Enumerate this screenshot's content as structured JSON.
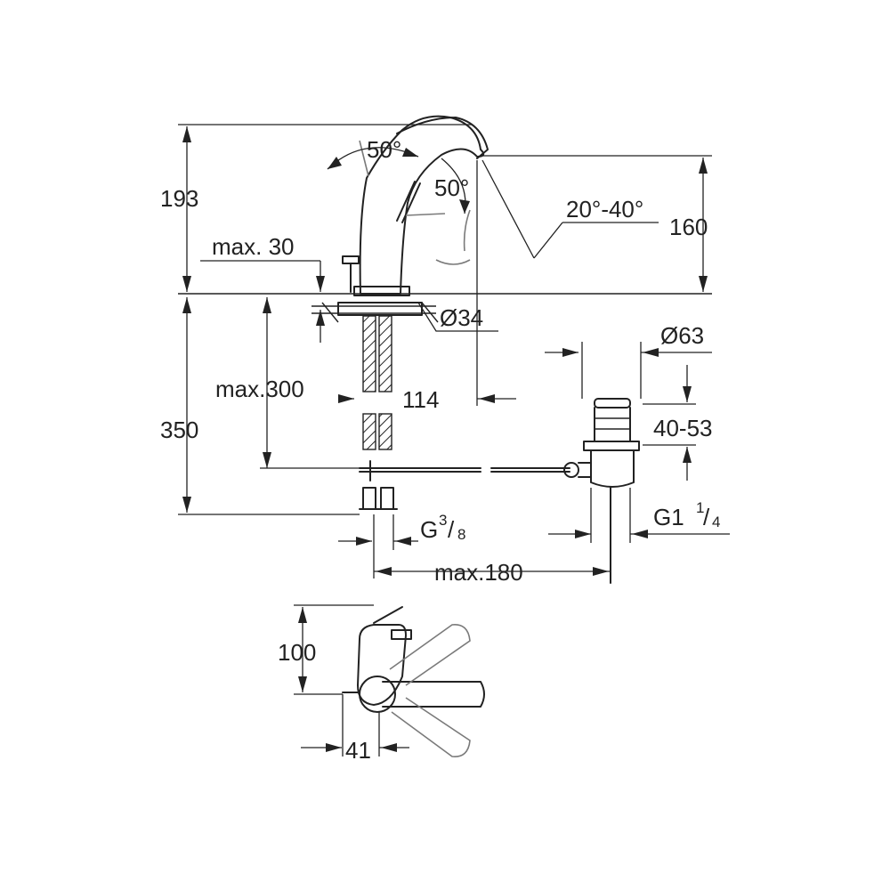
{
  "dimensions": {
    "height_total": "193",
    "spout_height": "160",
    "spout_swivel_angle": "50°",
    "lever_angle": "50°",
    "spout_tilt_range": "20°-40°",
    "max_deck_thickness": "max. 30",
    "hole_diameter": "Ø34",
    "hose_length": "max.300",
    "hose_total": "350",
    "spout_reach": "114",
    "waste_diameter": "Ø63",
    "waste_range": "40-53",
    "waste_thread": "G1",
    "waste_thread_fraction_num": "1",
    "waste_thread_fraction_den": "4",
    "hose_thread": "G",
    "hose_thread_fraction_num": "3",
    "hose_thread_fraction_den": "8",
    "pop_up_rod_length": "max.180",
    "top_view_depth": "100",
    "top_view_offset": "41"
  },
  "colors": {
    "line": "#222222",
    "ghost_line": "#7a7a7a",
    "background": "#ffffff"
  }
}
